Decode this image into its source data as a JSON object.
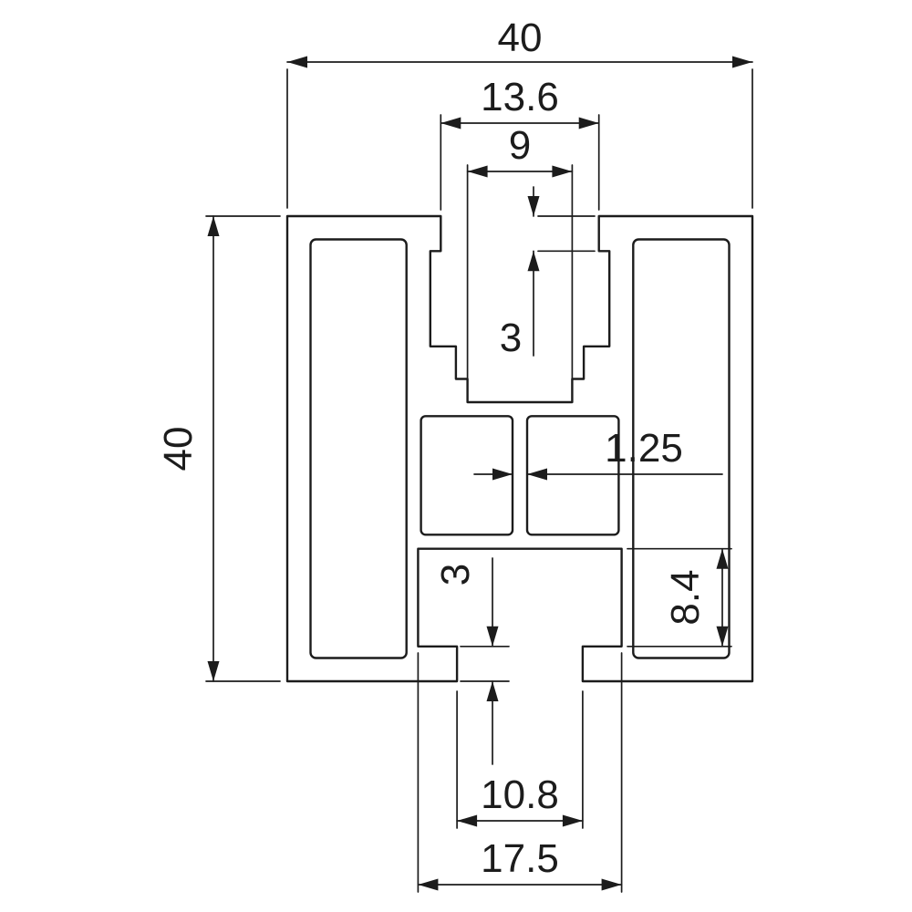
{
  "drawing": {
    "kind": "extrusion-profile-cross-section",
    "line_color": "#1c1c1c",
    "background_color": "#ffffff",
    "dimensions": {
      "overall_width": "40",
      "overall_height": "40",
      "top_slot_opening_width": "13.6",
      "top_slot_channel_width": "9",
      "top_lip_thickness": "3",
      "web_thickness": "1.25",
      "bottom_lip_thickness": "3",
      "bottom_cavity_depth": "8.4",
      "bottom_slot_opening_width": "10.8",
      "bottom_cavity_width": "17.5"
    }
  }
}
